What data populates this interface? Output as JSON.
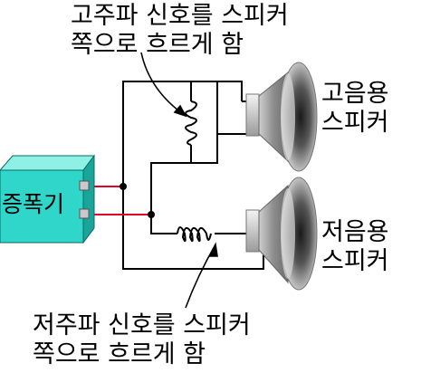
{
  "annotations": {
    "high_freq": {
      "line1": "고주파 신호를 스피커",
      "line2": "쪽으로 흐르게 함"
    },
    "low_freq": {
      "line1": "저주파 신호를 스피커",
      "line2": "쪽으로 흐르게 함"
    }
  },
  "speakers": {
    "tweeter": {
      "line1": "고음용",
      "line2": "스피커"
    },
    "woofer": {
      "line1": "저음용",
      "line2": "스피커"
    }
  },
  "amplifier": {
    "label": "증폭기"
  },
  "colors": {
    "wire": "#000000",
    "signal_wire": "#e0002a",
    "amplifier_front": "#2fd6c9",
    "amplifier_top": "#8ff0e6",
    "amplifier_side": "#1aa59b",
    "speaker_gray": "#9a9a9a"
  }
}
